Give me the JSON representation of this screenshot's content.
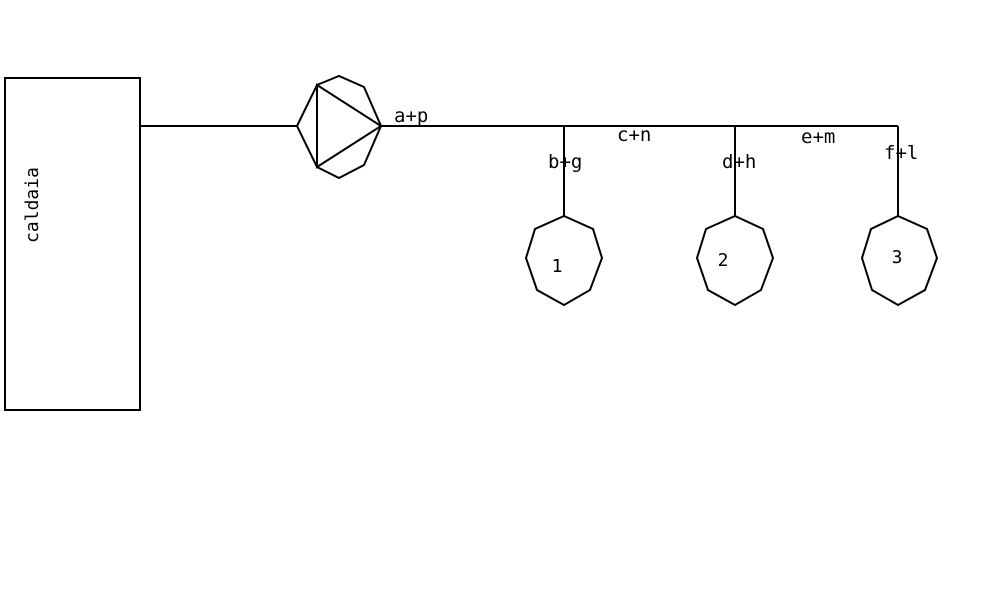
{
  "colors": {
    "line": "#000000",
    "background": "#ffffff"
  },
  "boiler": {
    "label": "caldaia"
  },
  "pump": {
    "icon": "pump-icon"
  },
  "segments": {
    "main": "a+p",
    "seg_1_2": "c+n",
    "seg_2_3": "e+m"
  },
  "branches": [
    {
      "number": "1",
      "label": "b+g"
    },
    {
      "number": "2",
      "label": "d+h"
    },
    {
      "number": "3",
      "label": "f+l"
    }
  ]
}
